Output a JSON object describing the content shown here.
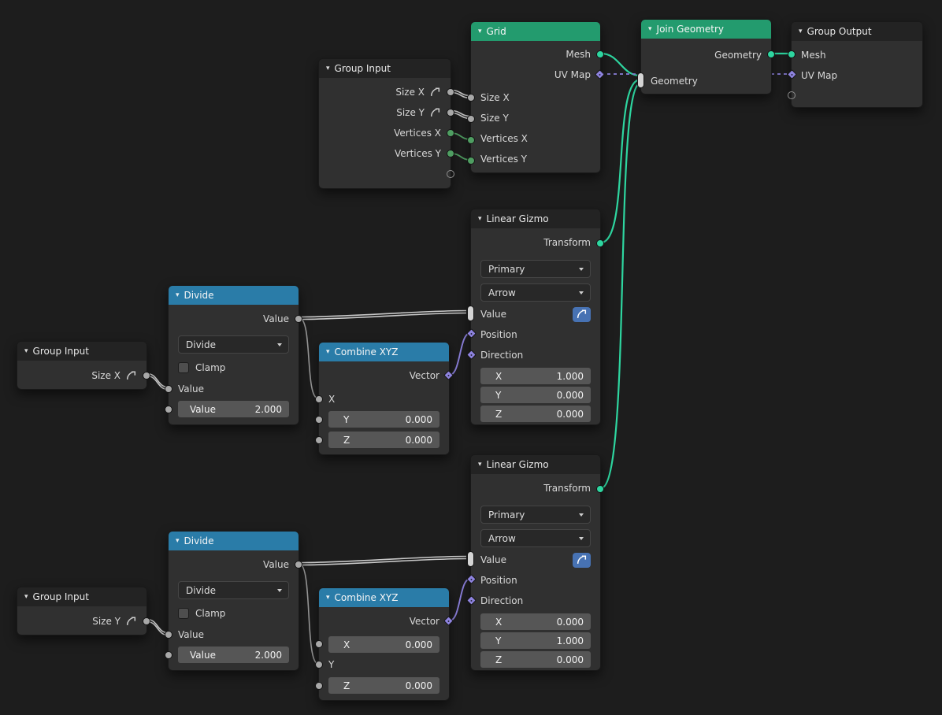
{
  "icons": {
    "collapse_chevron": "▾"
  },
  "colors": {
    "background": "#1d1d1d",
    "node_body": "#303030",
    "header_geometry_green": "#239b6e",
    "header_converter_blue": "#2a7ca8",
    "header_dark": "#232323",
    "socket_geometry": "#2ed6a0",
    "socket_integer": "#4f9e62",
    "socket_float": "#a8a8a8",
    "socket_vector": "#8f84e0",
    "gizmo_button_blue": "#4772b3",
    "link_gizmo": "#c8c8c8"
  },
  "nodes": {
    "grid": {
      "title": "Grid",
      "outputs": {
        "mesh": "Mesh",
        "uv_map": "UV Map"
      },
      "inputs": {
        "size_x": "Size X",
        "size_y": "Size Y",
        "vertices_x": "Vertices X",
        "vertices_y": "Vertices Y"
      }
    },
    "join_geometry": {
      "title": "Join Geometry",
      "output_geometry": "Geometry",
      "input_geometry": "Geometry"
    },
    "group_output": {
      "title": "Group Output",
      "inputs": {
        "mesh": "Mesh",
        "uv_map": "UV Map"
      }
    },
    "group_input_main": {
      "title": "Group Input",
      "outputs": {
        "size_x": "Size X",
        "size_y": "Size Y",
        "vertices_x": "Vertices X",
        "vertices_y": "Vertices Y"
      }
    },
    "linear_gizmo_top": {
      "title": "Linear Gizmo",
      "output_transform": "Transform",
      "primary_select": "Primary",
      "shape_select": "Arrow",
      "input_value": "Value",
      "input_position": "Position",
      "input_direction": "Direction",
      "fields": {
        "x": {
          "label": "X",
          "value": "1.000"
        },
        "y": {
          "label": "Y",
          "value": "0.000"
        },
        "z": {
          "label": "Z",
          "value": "0.000"
        }
      }
    },
    "linear_gizmo_bottom": {
      "title": "Linear Gizmo",
      "output_transform": "Transform",
      "primary_select": "Primary",
      "shape_select": "Arrow",
      "input_value": "Value",
      "input_position": "Position",
      "input_direction": "Direction",
      "fields": {
        "x": {
          "label": "X",
          "value": "0.000"
        },
        "y": {
          "label": "Y",
          "value": "1.000"
        },
        "z": {
          "label": "Z",
          "value": "0.000"
        }
      }
    },
    "divide_top": {
      "title": "Divide",
      "output_value": "Value",
      "operation_select": "Divide",
      "clamp_label": "Clamp",
      "input_value": "Value",
      "value_field": {
        "label": "Value",
        "value": "2.000"
      }
    },
    "divide_bottom": {
      "title": "Divide",
      "output_value": "Value",
      "operation_select": "Divide",
      "clamp_label": "Clamp",
      "input_value": "Value",
      "value_field": {
        "label": "Value",
        "value": "2.000"
      }
    },
    "group_input_size_x": {
      "title": "Group Input",
      "output": "Size X"
    },
    "group_input_size_y": {
      "title": "Group Input",
      "output": "Size Y"
    },
    "combine_xyz_top": {
      "title": "Combine XYZ",
      "output_vector": "Vector",
      "input_x": "X",
      "fields": {
        "y": {
          "label": "Y",
          "value": "0.000"
        },
        "z": {
          "label": "Z",
          "value": "0.000"
        }
      }
    },
    "combine_xyz_bottom": {
      "title": "Combine XYZ",
      "output_vector": "Vector",
      "input_y": "Y",
      "fields": {
        "x": {
          "label": "X",
          "value": "0.000"
        },
        "z": {
          "label": "Z",
          "value": "0.000"
        }
      }
    }
  }
}
